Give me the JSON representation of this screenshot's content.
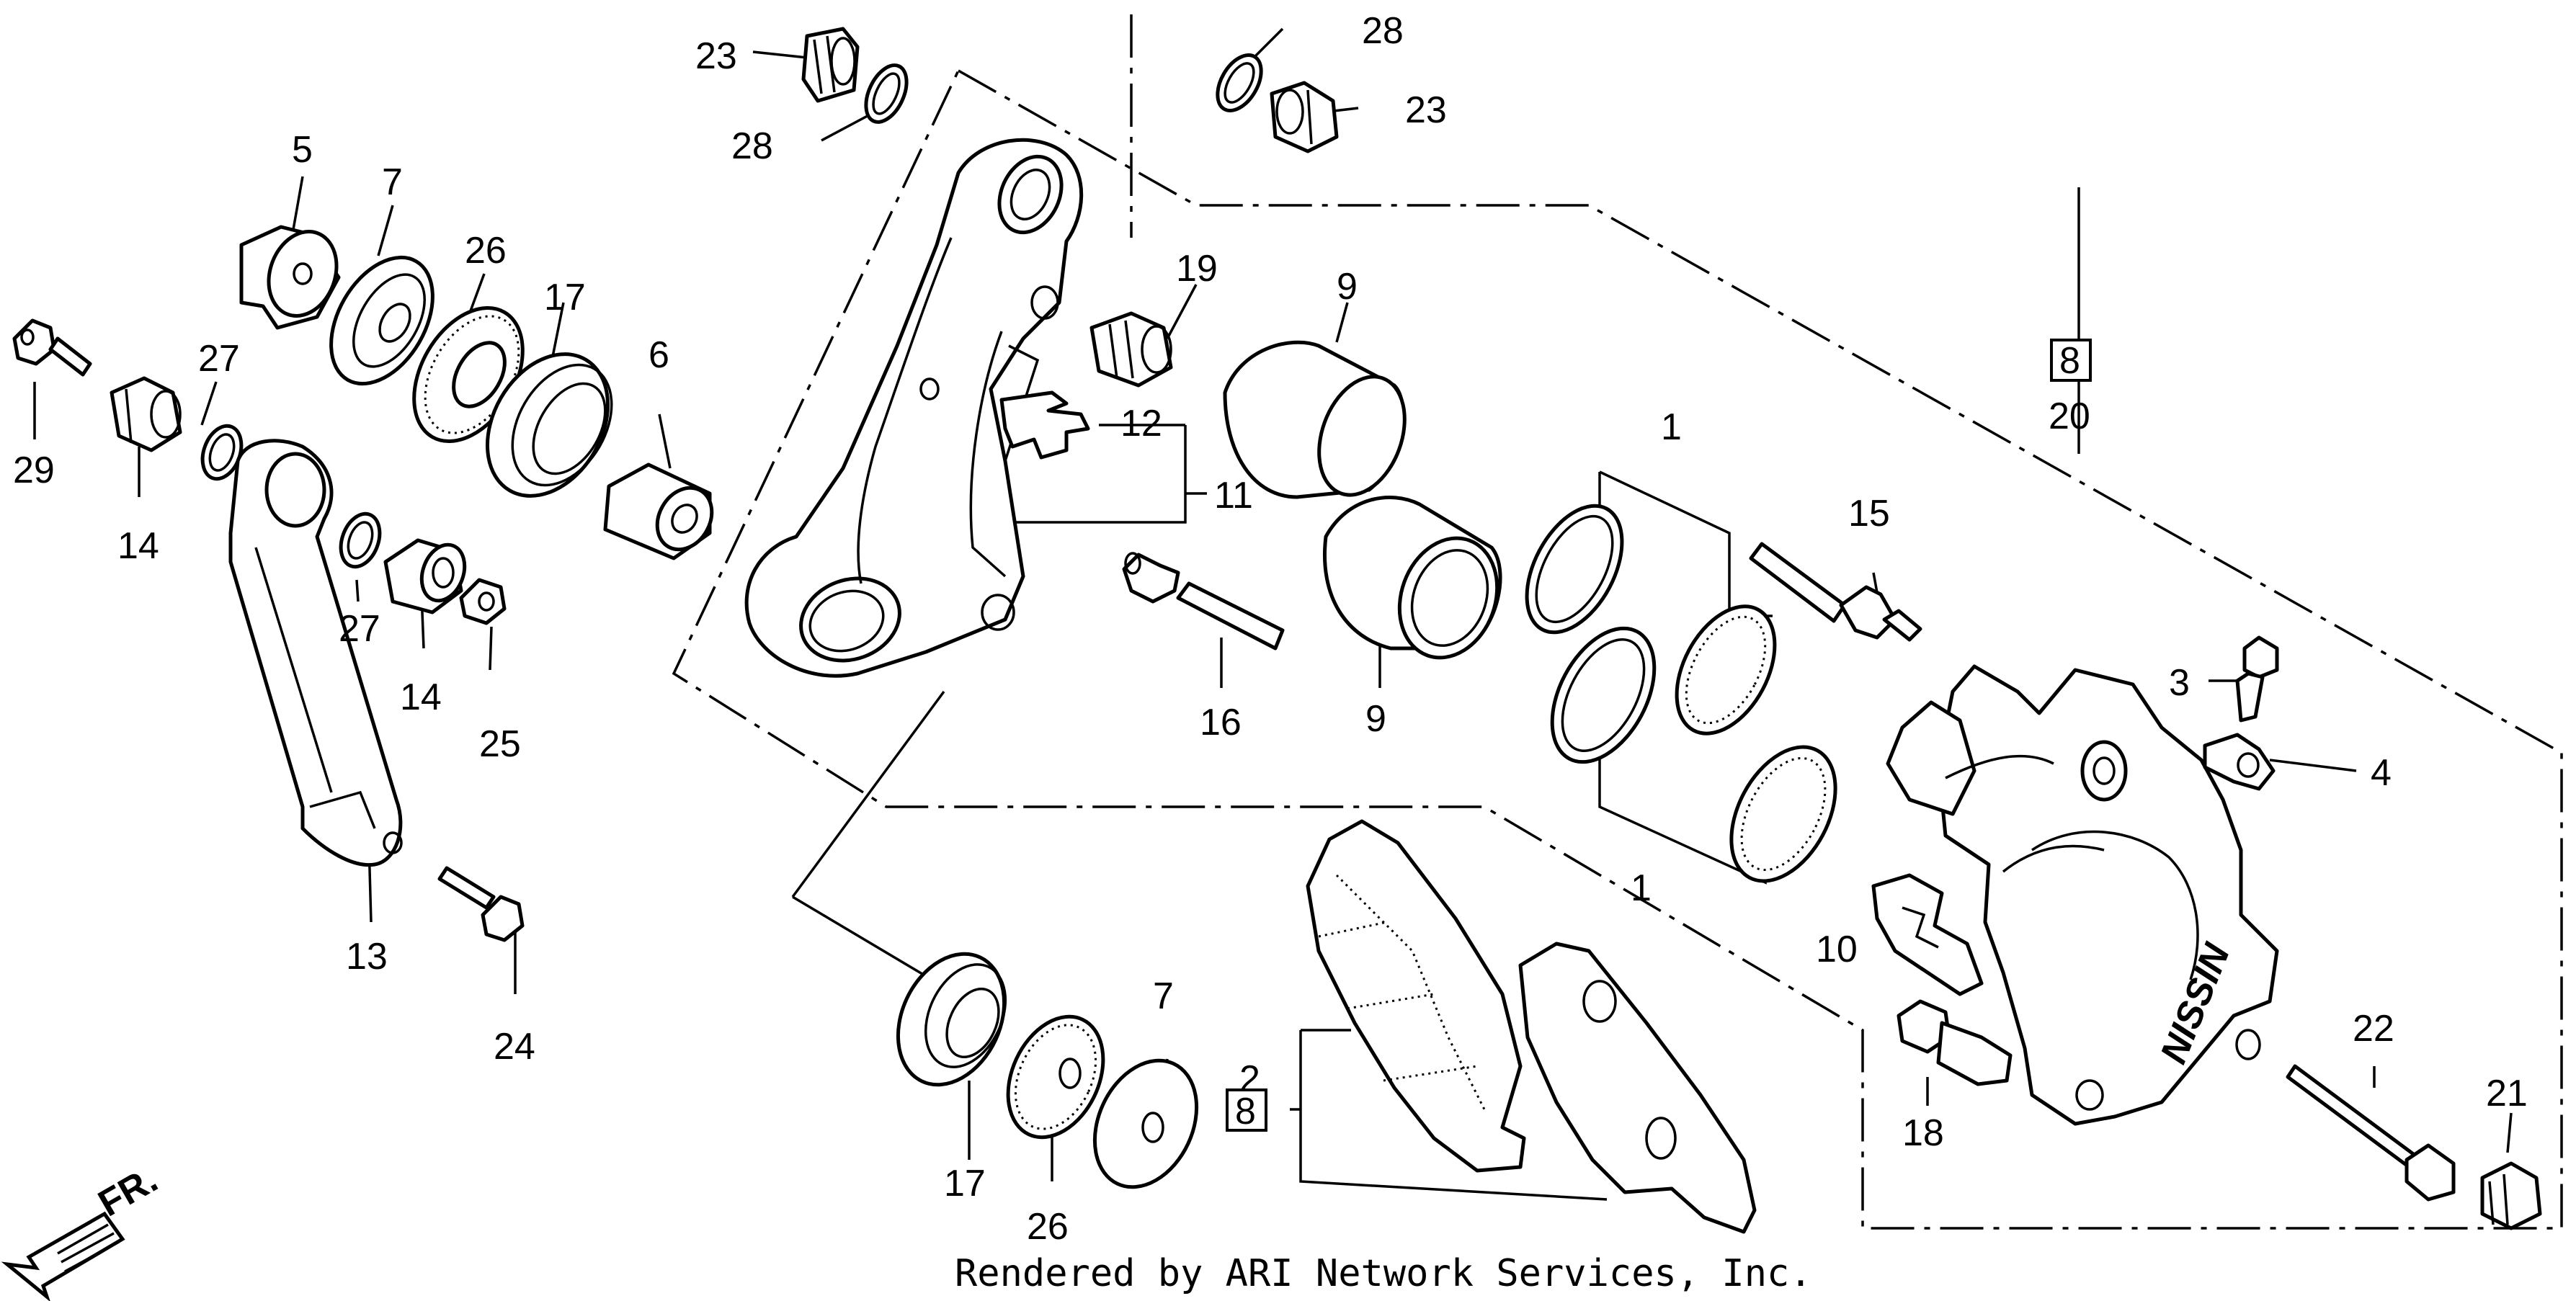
{
  "labels": [
    {
      "id": "l-23a",
      "text": "23"
    },
    {
      "id": "l-28a",
      "text": "28"
    },
    {
      "id": "l-28b",
      "text": "28"
    },
    {
      "id": "l-23b",
      "text": "23"
    },
    {
      "id": "l-5",
      "text": "5"
    },
    {
      "id": "l-7a",
      "text": "7"
    },
    {
      "id": "l-26a",
      "text": "26"
    },
    {
      "id": "l-17a",
      "text": "17"
    },
    {
      "id": "l-19",
      "text": "19"
    },
    {
      "id": "l-9a",
      "text": "9"
    },
    {
      "id": "l-27a",
      "text": "27"
    },
    {
      "id": "l-6",
      "text": "6"
    },
    {
      "id": "l-12",
      "text": "12"
    },
    {
      "id": "l-11",
      "text": "11"
    },
    {
      "id": "l-29",
      "text": "29"
    },
    {
      "id": "l-14a",
      "text": "14"
    },
    {
      "id": "l-1a",
      "text": "1"
    },
    {
      "id": "l-15",
      "text": "15"
    },
    {
      "id": "l-27b",
      "text": "27"
    },
    {
      "id": "l-14b",
      "text": "14"
    },
    {
      "id": "l-25",
      "text": "25"
    },
    {
      "id": "l-16",
      "text": "16"
    },
    {
      "id": "l-9b",
      "text": "9"
    },
    {
      "id": "l-8a",
      "text": "8"
    },
    {
      "id": "l-20",
      "text": "20"
    },
    {
      "id": "l-3",
      "text": "3"
    },
    {
      "id": "l-4",
      "text": "4"
    },
    {
      "id": "l-13",
      "text": "13"
    },
    {
      "id": "l-24",
      "text": "24"
    },
    {
      "id": "l-1b",
      "text": "1"
    },
    {
      "id": "l-10",
      "text": "10"
    },
    {
      "id": "l-22",
      "text": "22"
    },
    {
      "id": "l-2",
      "text": "2"
    },
    {
      "id": "l-8b",
      "text": "8"
    },
    {
      "id": "l-17b",
      "text": "17"
    },
    {
      "id": "l-26b",
      "text": "26"
    },
    {
      "id": "l-7b",
      "text": "7"
    },
    {
      "id": "l-18",
      "text": "18"
    },
    {
      "id": "l-21",
      "text": "21"
    }
  ],
  "direction_marker": "FR.",
  "caliper_stamp": "NISSIN",
  "credit": "Rendered by ARI Network Services, Inc."
}
